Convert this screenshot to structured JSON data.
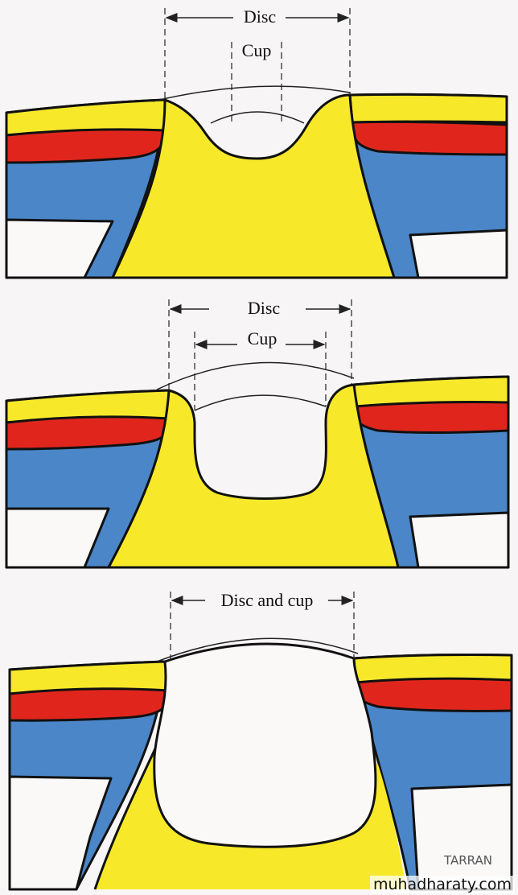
{
  "panels": [
    {
      "disc_label": "Disc",
      "cup_label": "Cup"
    },
    {
      "disc_label": "Disc",
      "cup_label": "Cup"
    },
    {
      "combined_label": "Disc and cup"
    }
  ],
  "signature": "TARRAN",
  "watermark": "muhadharaty.com",
  "colors": {
    "yellow": "#f7e92a",
    "red": "#e0261c",
    "blue": "#4a86c8",
    "white": "#fbf8f8"
  }
}
